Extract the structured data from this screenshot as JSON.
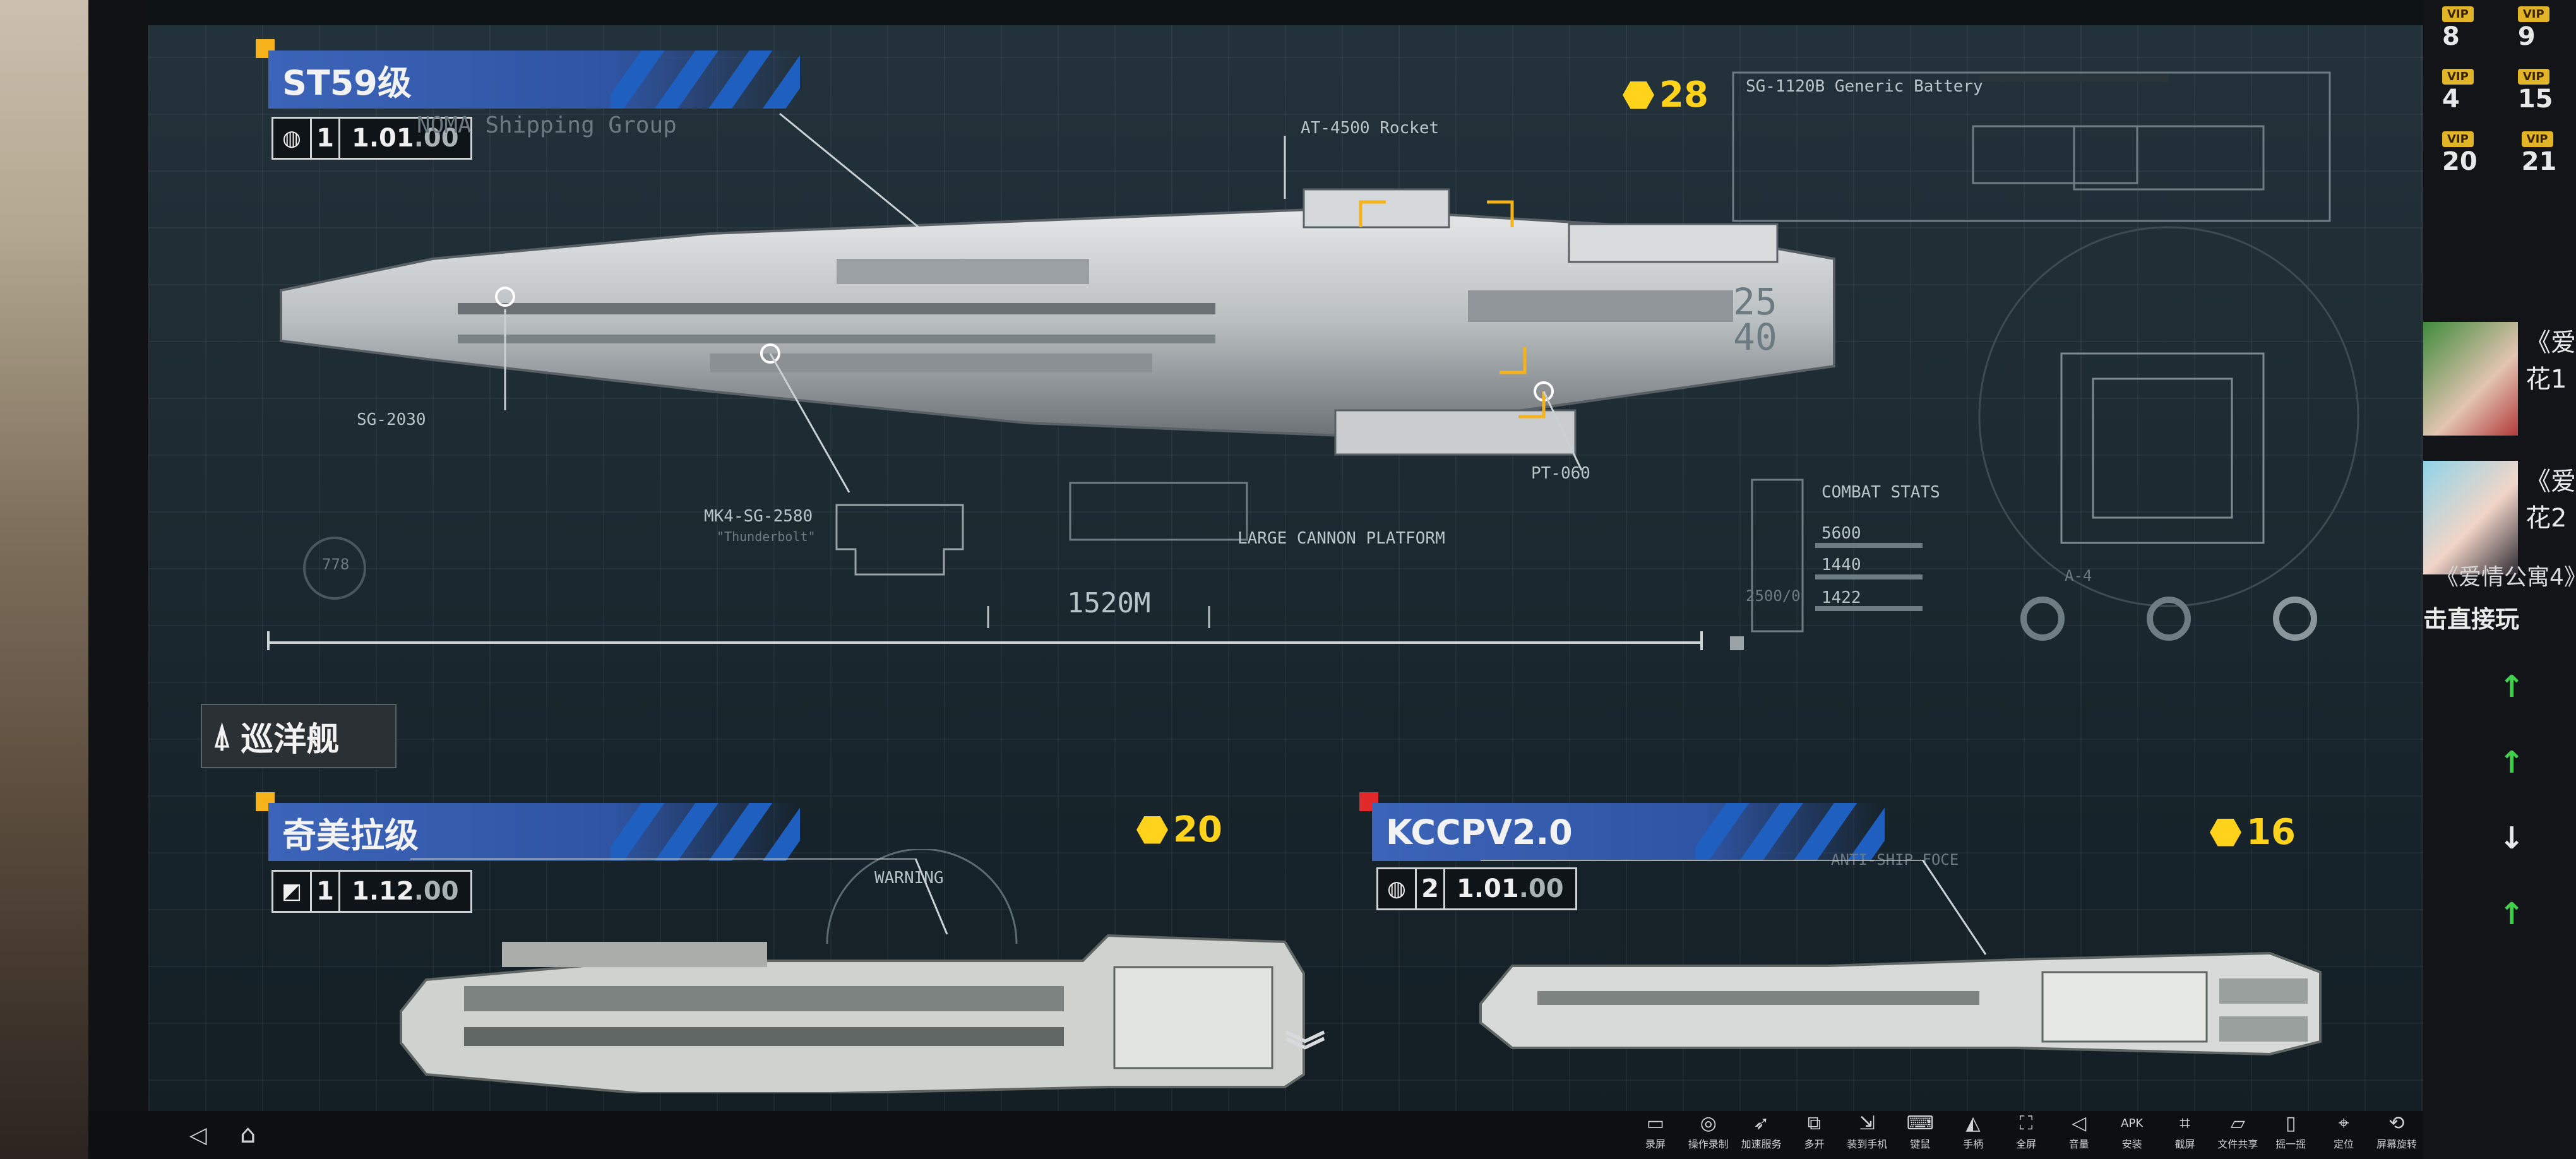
{
  "game": {
    "category_tag": "巡洋舰",
    "ships": [
      {
        "title": "ST59级",
        "tier": "1",
        "version": "1.01",
        "version_suffix": ".00",
        "cost": "28",
        "maker": "NOMA Shipping Group",
        "length_label": "1520M",
        "annotations": {
          "rail": "SG-2030",
          "missile": "MK4-SG-2580",
          "missile_sub": "\"Thunderbolt\"",
          "top_mount": "AT-4500 Rocket",
          "rear_mount": "PT-060",
          "battery": "SG-1120B Generic Battery",
          "platform": "LARGE CANNON PLATFORM",
          "stats_header": "COMBAT STATS",
          "stat_values": [
            "5600",
            "1440",
            "1422"
          ],
          "stat_bottom": "2500/0",
          "gauge_label": "A-4",
          "grid_numbers": "25\n40",
          "dial": "778"
        }
      },
      {
        "title": "奇美拉级",
        "tier": "1",
        "version": "1.12",
        "version_suffix": ".00",
        "cost": "20",
        "warning": "WARNING"
      },
      {
        "title": "KCCPV2.0",
        "tier": "2",
        "version": "1.01",
        "version_suffix": ".00",
        "cost": "16",
        "note": "ANTI-SHIP FOCE"
      }
    ]
  },
  "toolbar": {
    "items": [
      {
        "icon": "video-record-icon",
        "glyph": "▭",
        "label": "录屏"
      },
      {
        "icon": "operation-record-icon",
        "glyph": "◎",
        "label": "操作录制"
      },
      {
        "icon": "rocket-icon",
        "glyph": "➶",
        "label": "加速服务"
      },
      {
        "icon": "multi-open-icon",
        "glyph": "⧉",
        "label": "多开"
      },
      {
        "icon": "install-to-phone-icon",
        "glyph": "⇲",
        "label": "装到手机"
      },
      {
        "icon": "keyboard-icon",
        "glyph": "⌨",
        "label": "键鼠"
      },
      {
        "icon": "gamepad-icon",
        "glyph": "◭",
        "label": "手柄"
      },
      {
        "icon": "fullscreen-icon",
        "glyph": "⛶",
        "label": "全屏"
      },
      {
        "icon": "volume-icon",
        "glyph": "◁",
        "label": "音量"
      },
      {
        "icon": "apk-install-icon",
        "glyph": "APK",
        "label": "安装"
      },
      {
        "icon": "crop-icon",
        "glyph": "⌗",
        "label": "截屏"
      },
      {
        "icon": "folder-icon",
        "glyph": "▱",
        "label": "文件共享"
      },
      {
        "icon": "shake-icon",
        "glyph": "▯",
        "label": "摇一摇"
      },
      {
        "icon": "location-icon",
        "glyph": "⌖",
        "label": "定位"
      },
      {
        "icon": "rotate-screen-icon",
        "glyph": "⟲",
        "label": "屏幕旋转"
      }
    ]
  },
  "sidebar": {
    "vip_label": "VIP",
    "vip_rows": [
      {
        "left": "8",
        "right": "9"
      },
      {
        "left": "4",
        "right": "15"
      },
      {
        "left": "20",
        "right": "21"
      }
    ],
    "cards": [
      {
        "title": "《爱",
        "subtitle": "花1"
      },
      {
        "title": "《爱",
        "subtitle": "花2"
      }
    ],
    "caption": "《爱情公寓4》",
    "play_label": "击直接玩"
  }
}
